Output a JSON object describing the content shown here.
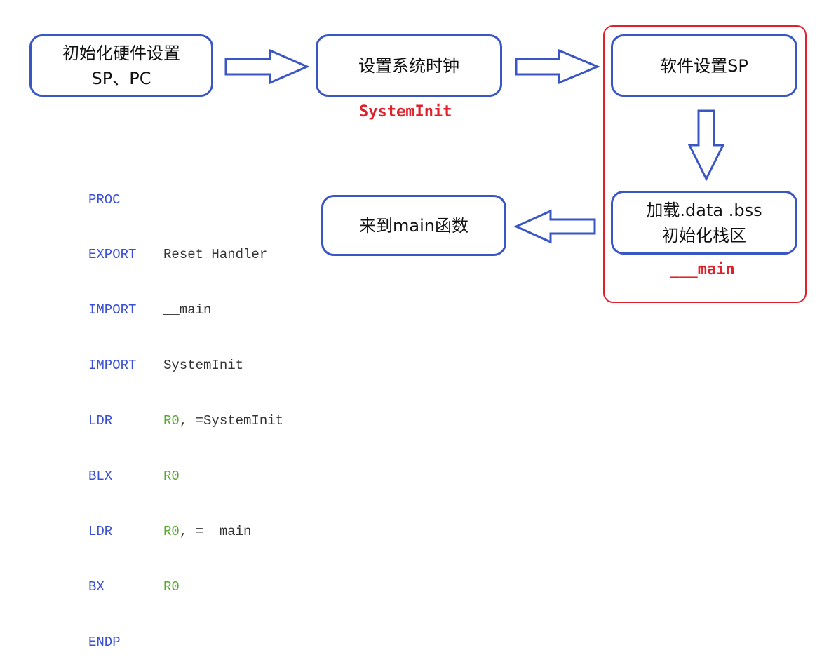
{
  "boxes": {
    "init_hw": {
      "line1": "初始化硬件设置",
      "line2": "SP、PC"
    },
    "set_clock": {
      "line1": "设置系统时钟"
    },
    "soft_sp": {
      "line1": "软件设置SP"
    },
    "load_data": {
      "line1": "加载.data .bss",
      "line2": "初始化栈区"
    },
    "to_main": {
      "line1": "来到main函数"
    }
  },
  "labels": {
    "systeminit": "SystemInit",
    "main": "___main"
  },
  "code": {
    "lines": [
      {
        "kw": "PROC",
        "reg": "",
        "rest": ""
      },
      {
        "kw": "EXPORT",
        "reg": "",
        "rest": "Reset_Handler"
      },
      {
        "kw": "IMPORT",
        "reg": "",
        "rest": "__main"
      },
      {
        "kw": "IMPORT",
        "reg": "",
        "rest": "SystemInit"
      },
      {
        "kw": "LDR",
        "reg": "R0",
        "rest": ", =SystemInit"
      },
      {
        "kw": "BLX",
        "reg": "R0",
        "rest": ""
      },
      {
        "kw": "LDR",
        "reg": "R0",
        "rest": ", =__main"
      },
      {
        "kw": "BX",
        "reg": "R0",
        "rest": ""
      },
      {
        "kw": "ENDP",
        "reg": "",
        "rest": ""
      }
    ]
  },
  "colors": {
    "box_border": "#3a55c4",
    "highlight": "#e0212b",
    "keyword": "#3a4fd6",
    "register": "#55aa2c"
  }
}
